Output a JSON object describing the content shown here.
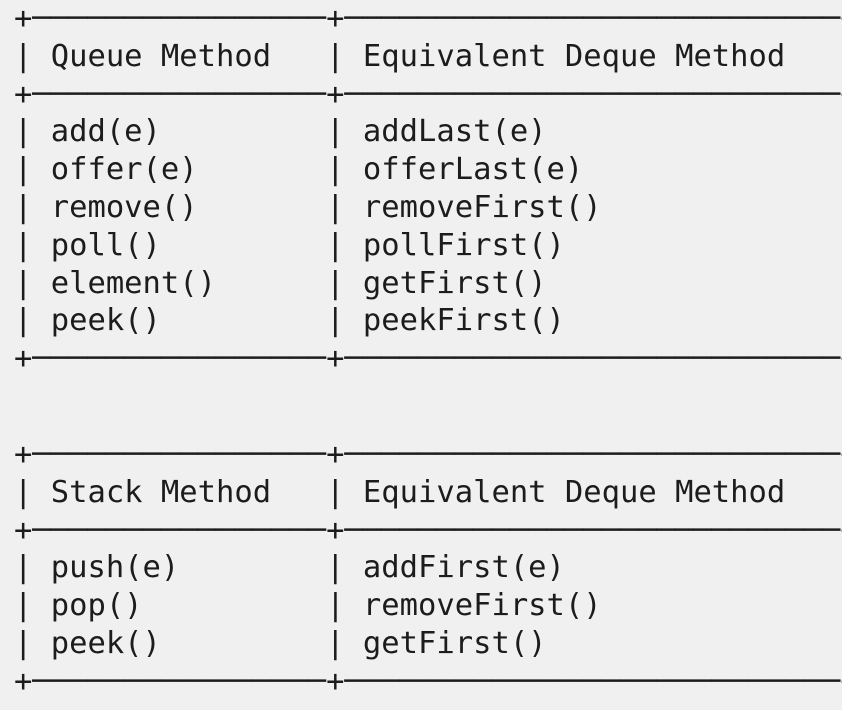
{
  "queue_table": {
    "headers": [
      "Queue Method",
      "Equivalent Deque Method"
    ],
    "rows": [
      [
        "add(e)",
        "addLast(e)"
      ],
      [
        "offer(e)",
        "offerLast(e)"
      ],
      [
        "remove()",
        "removeFirst()"
      ],
      [
        "poll()",
        "pollFirst()"
      ],
      [
        "element()",
        "getFirst()"
      ],
      [
        "peek()",
        "peekFirst()"
      ]
    ]
  },
  "stack_table": {
    "headers": [
      "Stack Method",
      "Equivalent Deque Method"
    ],
    "rows": [
      [
        "push(e)",
        "addFirst(e)"
      ],
      [
        "pop()",
        "removeFirst()"
      ],
      [
        "peek()",
        "getFirst()"
      ]
    ]
  }
}
